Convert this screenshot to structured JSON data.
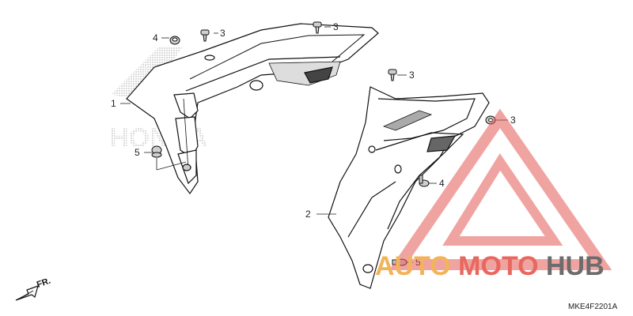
{
  "diagram": {
    "callouts": {
      "c1": "1",
      "c2": "2",
      "c3a": "3",
      "c3b": "3",
      "c3c": "3",
      "c3d": "3",
      "c4a": "4",
      "c4b": "4",
      "c5a": "5",
      "c5b": "5"
    },
    "front_marker": "FR.",
    "diagram_code": "MKE4F2201A"
  },
  "watermark": {
    "part1": "AUTO",
    "part2": "MOTO",
    "part3": "HUB",
    "colors": {
      "auto": "#f2b45a",
      "moto": "#e8685f",
      "hub": "#6c6c6c",
      "triangle": "#e35a55"
    }
  },
  "background_logo": "HONDA"
}
